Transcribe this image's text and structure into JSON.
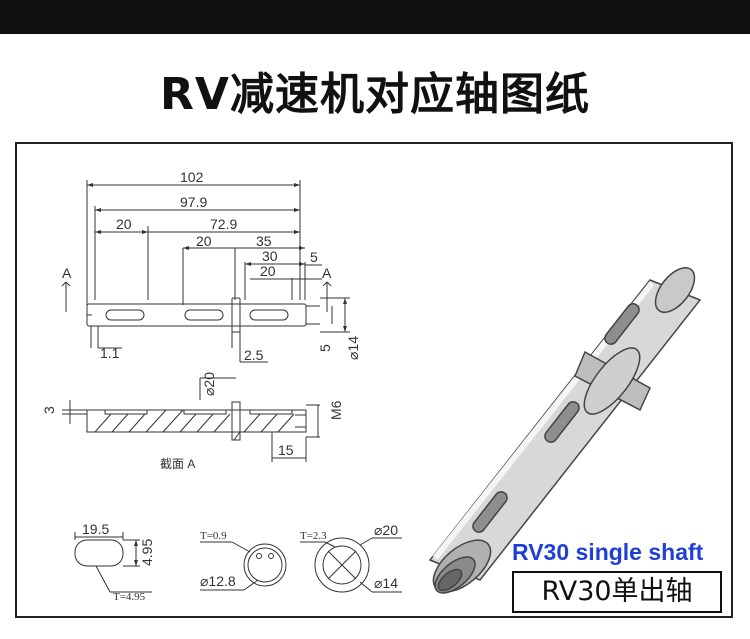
{
  "title": "RV减速机对应轴图纸",
  "dimensions": {
    "d102": "102",
    "d97_9": "97.9",
    "d20a": "20",
    "d72_9": "72.9",
    "d20b": "20",
    "d35": "35",
    "d30": "30",
    "d20c": "20",
    "d5": "5",
    "section_a_left": "A",
    "section_a_right": "A",
    "d1_1": "1.1",
    "d2_5": "2.5",
    "d5_v": "5",
    "d14_v": "⌀14",
    "d20_v": "⌀20",
    "d3": "3",
    "m6": "M6",
    "d15": "15",
    "section_label": "截面 A"
  },
  "details": {
    "key_len": "19.5",
    "key_w": "4.95",
    "key_t": "T=4.95",
    "clip_t": "T=0.9",
    "clip_d": "⌀12.8",
    "washer_t": "T=2.3",
    "washer_od": "⌀20",
    "washer_id": "⌀14"
  },
  "caption": {
    "english": "RV30 single shaft",
    "chinese": "RV30单出轴"
  },
  "colors": {
    "top_bar": "#111111",
    "caption_blue": "#1f3fd6",
    "line": "#333333"
  }
}
